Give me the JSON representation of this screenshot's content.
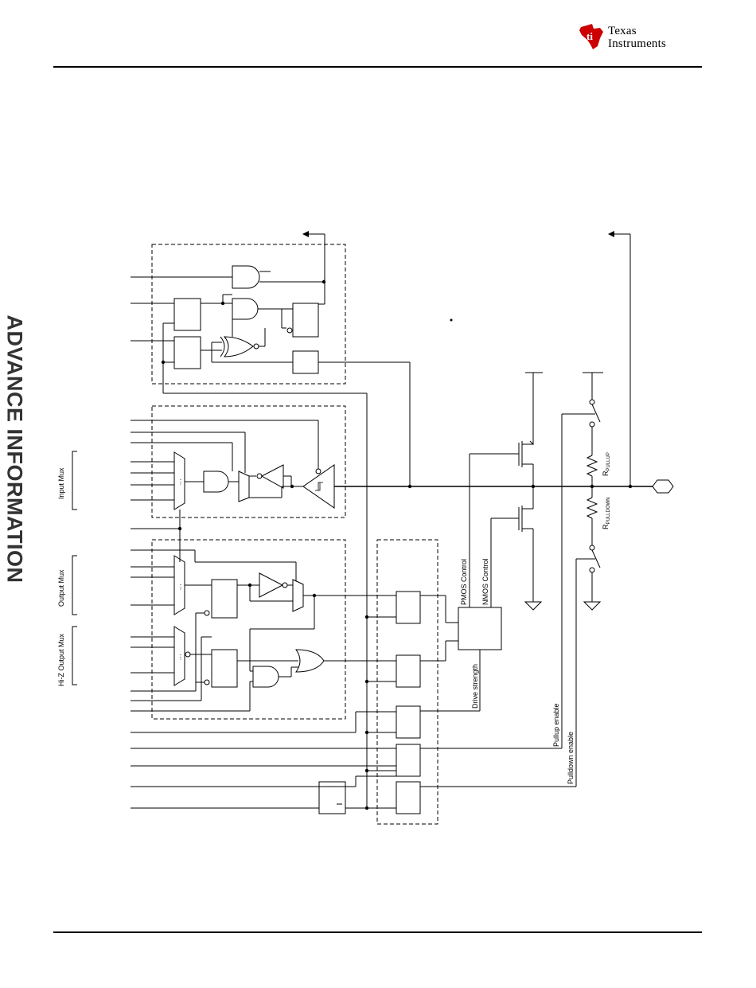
{
  "header": {
    "logo_line1": "Texas",
    "logo_line2": "Instruments",
    "brand_color": "#cc0000"
  },
  "side_banner": "ADVANCE INFORMATION",
  "diagram": {
    "labels": {
      "input_mux": "Input Mux",
      "output_mux": "Output Mux",
      "hiz_output_mux": "Hi-Z Output Mux",
      "pmos_control": "PMOS Control",
      "nmos_control": "NMOS Control",
      "drive_strength": "Drive strength",
      "pullup_enable": "Pullup enable",
      "pulldown_enable": "Pulldown enable",
      "r_pullup_main": "R",
      "r_pullup_sub": "PULLUP",
      "r_pulldown_main": "R",
      "r_pulldown_sub": "PULLDOWN"
    }
  }
}
